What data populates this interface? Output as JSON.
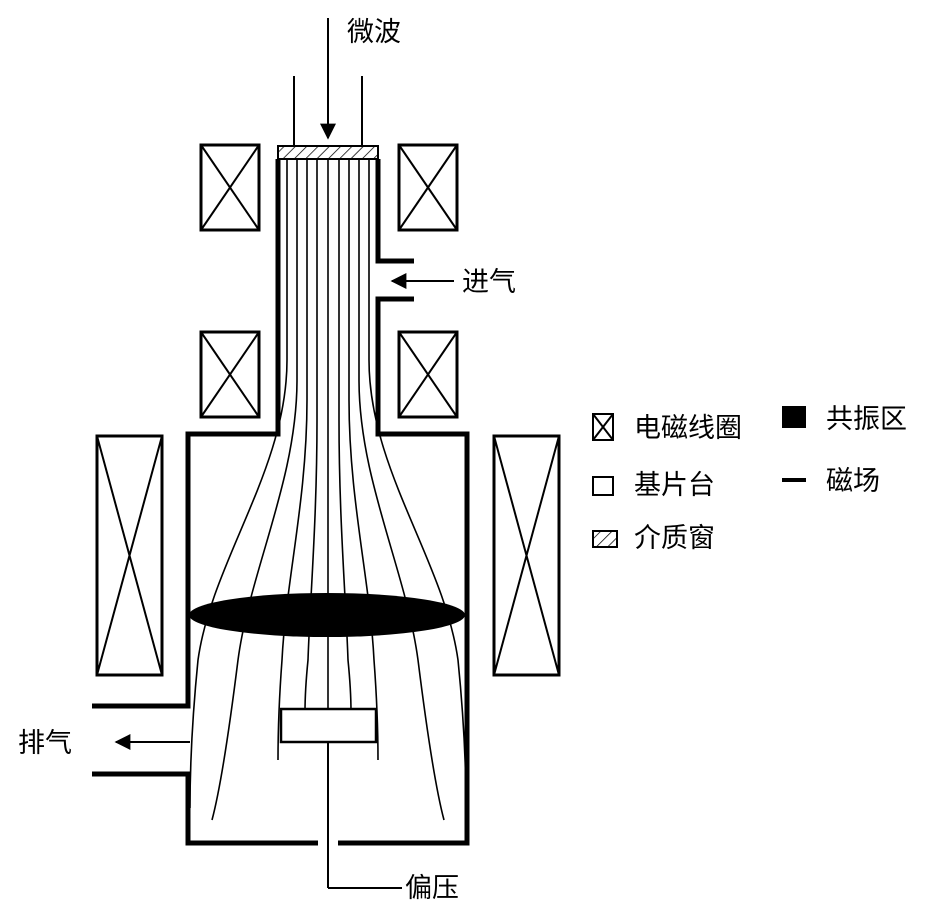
{
  "labels": {
    "microwave": "微波",
    "gas_in": "进气",
    "exhaust": "排气",
    "bias": "偏压"
  },
  "legend": {
    "coil": "电磁线圈",
    "substrate_stage": "基片台",
    "dielectric_window": "介质窗",
    "resonance_zone": "共振区",
    "magnetic_field": "磁场"
  },
  "colors": {
    "ink": "#000000",
    "background": "#ffffff"
  }
}
